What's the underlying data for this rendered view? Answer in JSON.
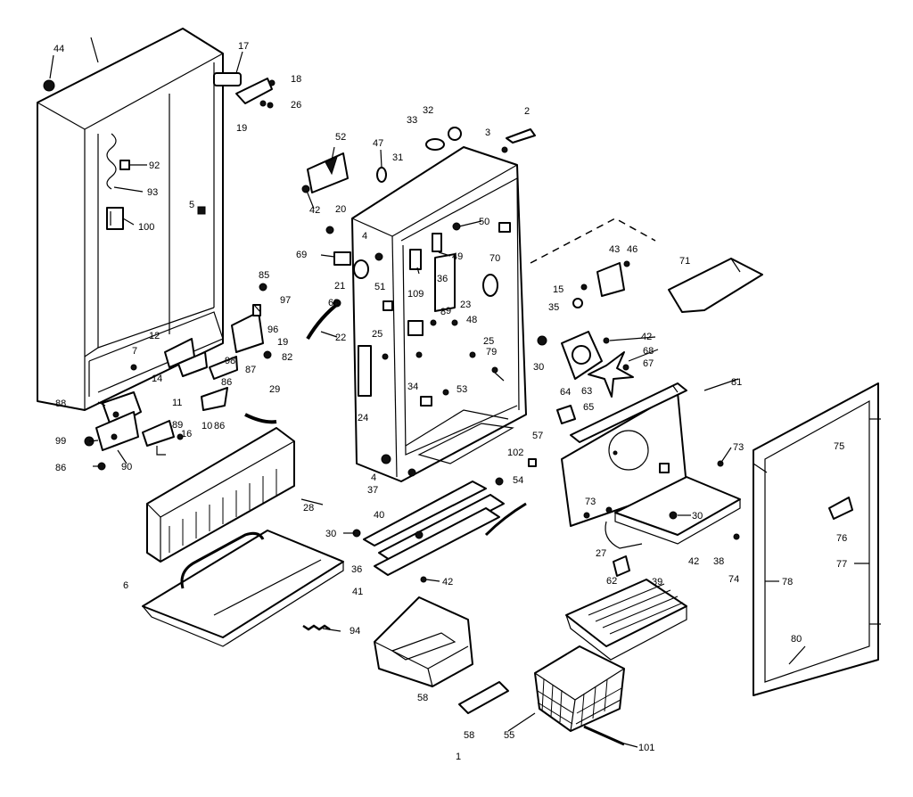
{
  "labels": {
    "l44": "44",
    "l17": "17",
    "l18": "18",
    "l26a": "26",
    "l19a": "19",
    "l92": "92",
    "l93": "93",
    "l100": "100",
    "l5": "5",
    "l85": "85",
    "l97": "97",
    "l96": "96",
    "l19b": "19",
    "l82a": "82",
    "l87": "87",
    "l7": "7",
    "l12": "12",
    "l14": "14",
    "l98": "98",
    "l11": "11",
    "l86a": "86",
    "l88": "88",
    "l29": "29",
    "l89": "89",
    "l16": "16",
    "l10": "10",
    "l86b": "86",
    "l99": "99",
    "l90": "90",
    "l86c": "86",
    "l52": "52",
    "l42a": "42",
    "l47": "47",
    "l31": "31",
    "l33": "33",
    "l32": "32",
    "l2": "2",
    "l3": "3",
    "l20": "20",
    "l50": "50",
    "l69": "69",
    "l4a": "4",
    "l49": "49",
    "l36a": "36",
    "l51": "51",
    "l21": "21",
    "l68a": "68",
    "l109": "109",
    "l8": "8",
    "l70": "70",
    "l23": "23",
    "l9": "9",
    "l48": "48",
    "l22": "22",
    "l25a": "25",
    "l25b": "25",
    "l79": "79",
    "l34": "34",
    "l53": "53",
    "l24": "24",
    "l4b": "4",
    "l37": "37",
    "l71": "71",
    "l43": "43",
    "l46": "46",
    "l15": "15",
    "l35": "35",
    "l42b": "42",
    "l30a": "30",
    "l68b": "68",
    "l67": "67",
    "l63": "63",
    "l64": "64",
    "l65": "65",
    "l81": "81",
    "l75": "75",
    "l28": "28",
    "l6": "6",
    "l30b": "30",
    "l40": "40",
    "l36b": "36",
    "l41": "41",
    "l42c": "42",
    "l57": "57",
    "l102": "102",
    "l54": "54",
    "l73a": "73",
    "l73b": "73",
    "l30c": "30",
    "l27": "27",
    "l42d": "42",
    "l38": "38",
    "l74": "74",
    "l76": "76",
    "l77": "77",
    "l78": "78",
    "l39": "39",
    "l62": "62",
    "l80": "80",
    "l94": "94",
    "l58a": "58",
    "l58b": "58",
    "l55": "55",
    "l101": "101",
    "l1": "1"
  }
}
